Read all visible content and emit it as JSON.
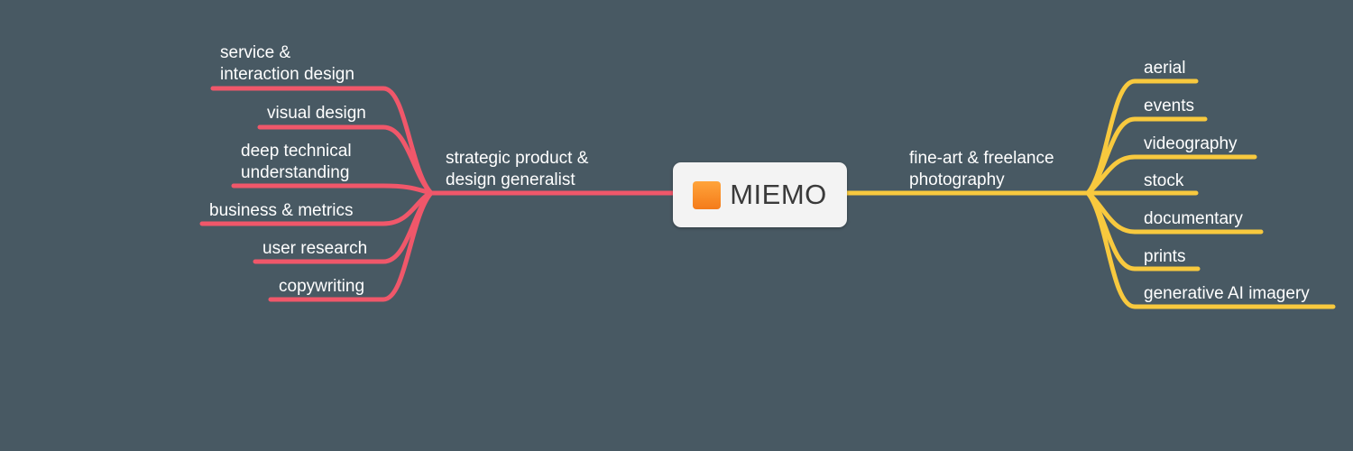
{
  "colors": {
    "background": "#485963",
    "left_branch": "#f0576a",
    "right_branch": "#f8c93e",
    "center_fill": "#f3f3f3",
    "center_icon": "#f58a22"
  },
  "center": {
    "title": "MIEMO",
    "icon": "orange-square-icon"
  },
  "left": {
    "label_lines": [
      "strategic product &",
      "design generalist"
    ],
    "children": [
      {
        "lines": [
          "service &",
          "interaction design"
        ]
      },
      {
        "lines": [
          "visual design"
        ]
      },
      {
        "lines": [
          "deep technical",
          "understanding"
        ]
      },
      {
        "lines": [
          "business & metrics"
        ]
      },
      {
        "lines": [
          "user research"
        ]
      },
      {
        "lines": [
          "copywriting"
        ]
      }
    ]
  },
  "right": {
    "label_lines": [
      "fine-art & freelance",
      "photography"
    ],
    "children": [
      {
        "lines": [
          "aerial"
        ]
      },
      {
        "lines": [
          "events"
        ]
      },
      {
        "lines": [
          "videography"
        ]
      },
      {
        "lines": [
          "stock"
        ]
      },
      {
        "lines": [
          "documentary"
        ]
      },
      {
        "lines": [
          "prints"
        ]
      },
      {
        "lines": [
          "generative AI imagery"
        ]
      }
    ]
  }
}
